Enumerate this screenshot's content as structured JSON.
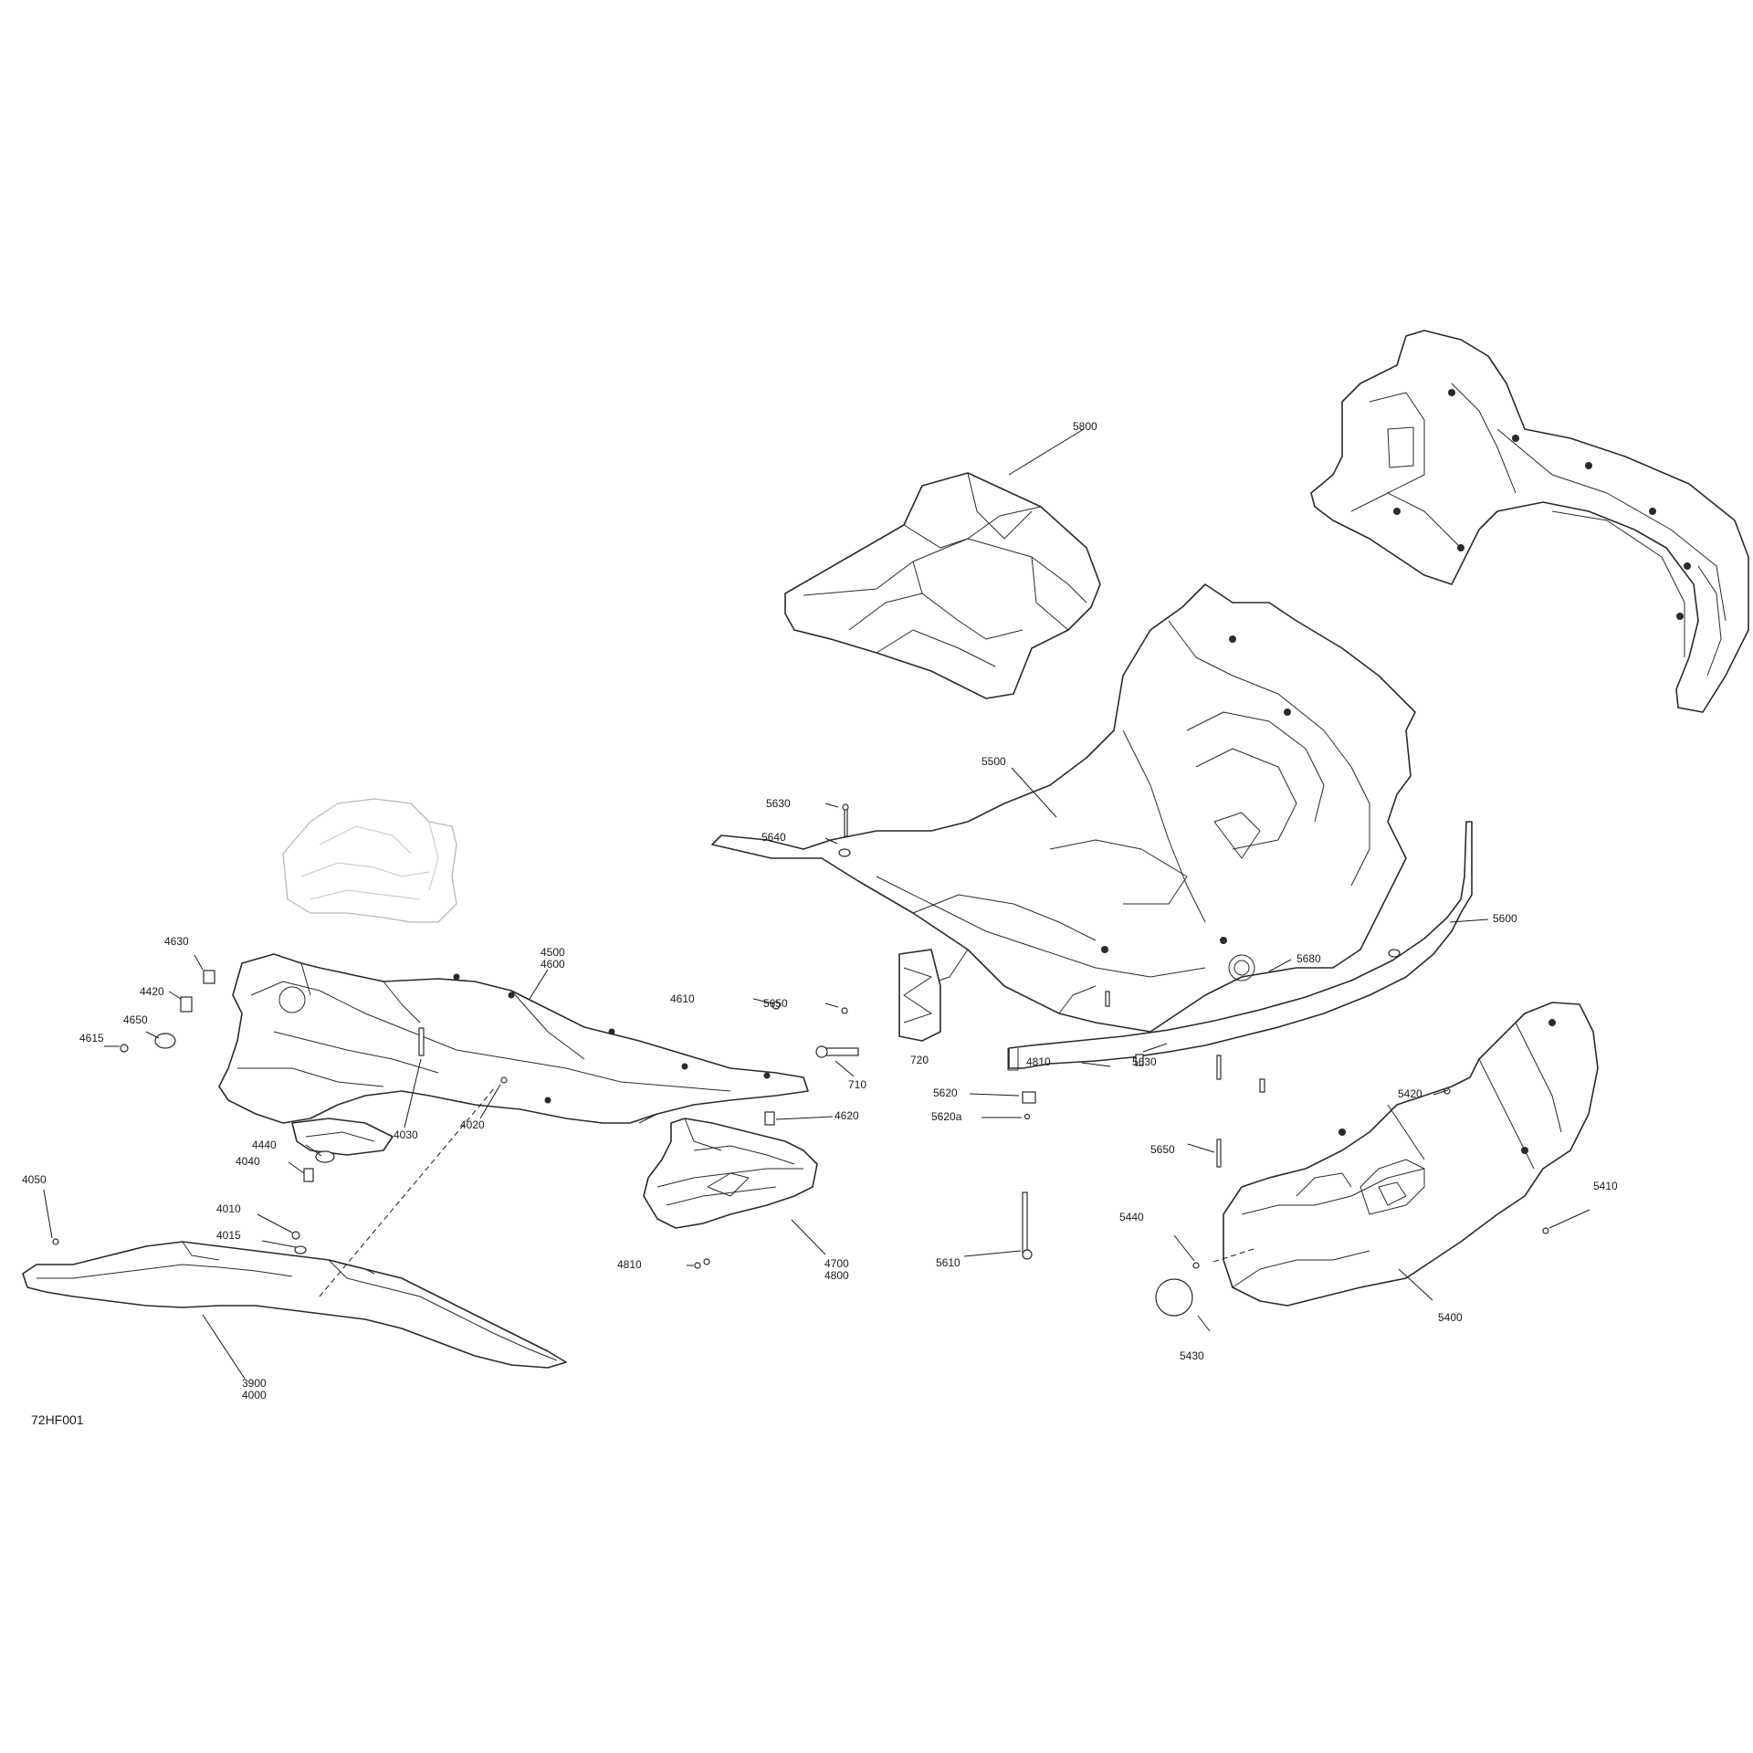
{
  "diagram": {
    "reference_code": "72HF001",
    "callouts": {
      "c5800": "5800",
      "c5500": "5500",
      "c5630a": "5630",
      "c5640": "5640",
      "c5600": "5600",
      "c5650a": "5650",
      "c5680": "5680",
      "c720": "720",
      "c710": "710",
      "c4810a": "4810",
      "c5630b": "5630",
      "c5620": "5620",
      "c5620a": "5620a",
      "c5650b": "5650",
      "c5420": "5420",
      "c5410": "5410",
      "c5440": "5440",
      "c5610": "5610",
      "c5400": "5400",
      "c5430": "5430",
      "c4630": "4630",
      "c4420": "4420",
      "c4650": "4650",
      "c4615": "4615",
      "c4500": "4500",
      "c4600": "4600",
      "c4610": "4610",
      "c4620": "4620",
      "c4030": "4030",
      "c4020": "4020",
      "c4440": "4440",
      "c4040": "4040",
      "c4050": "4050",
      "c4010": "4010",
      "c4015": "4015",
      "c4810b": "4810",
      "c4700": "4700",
      "c4800": "4800",
      "c3900": "3900",
      "c4000": "4000"
    }
  }
}
